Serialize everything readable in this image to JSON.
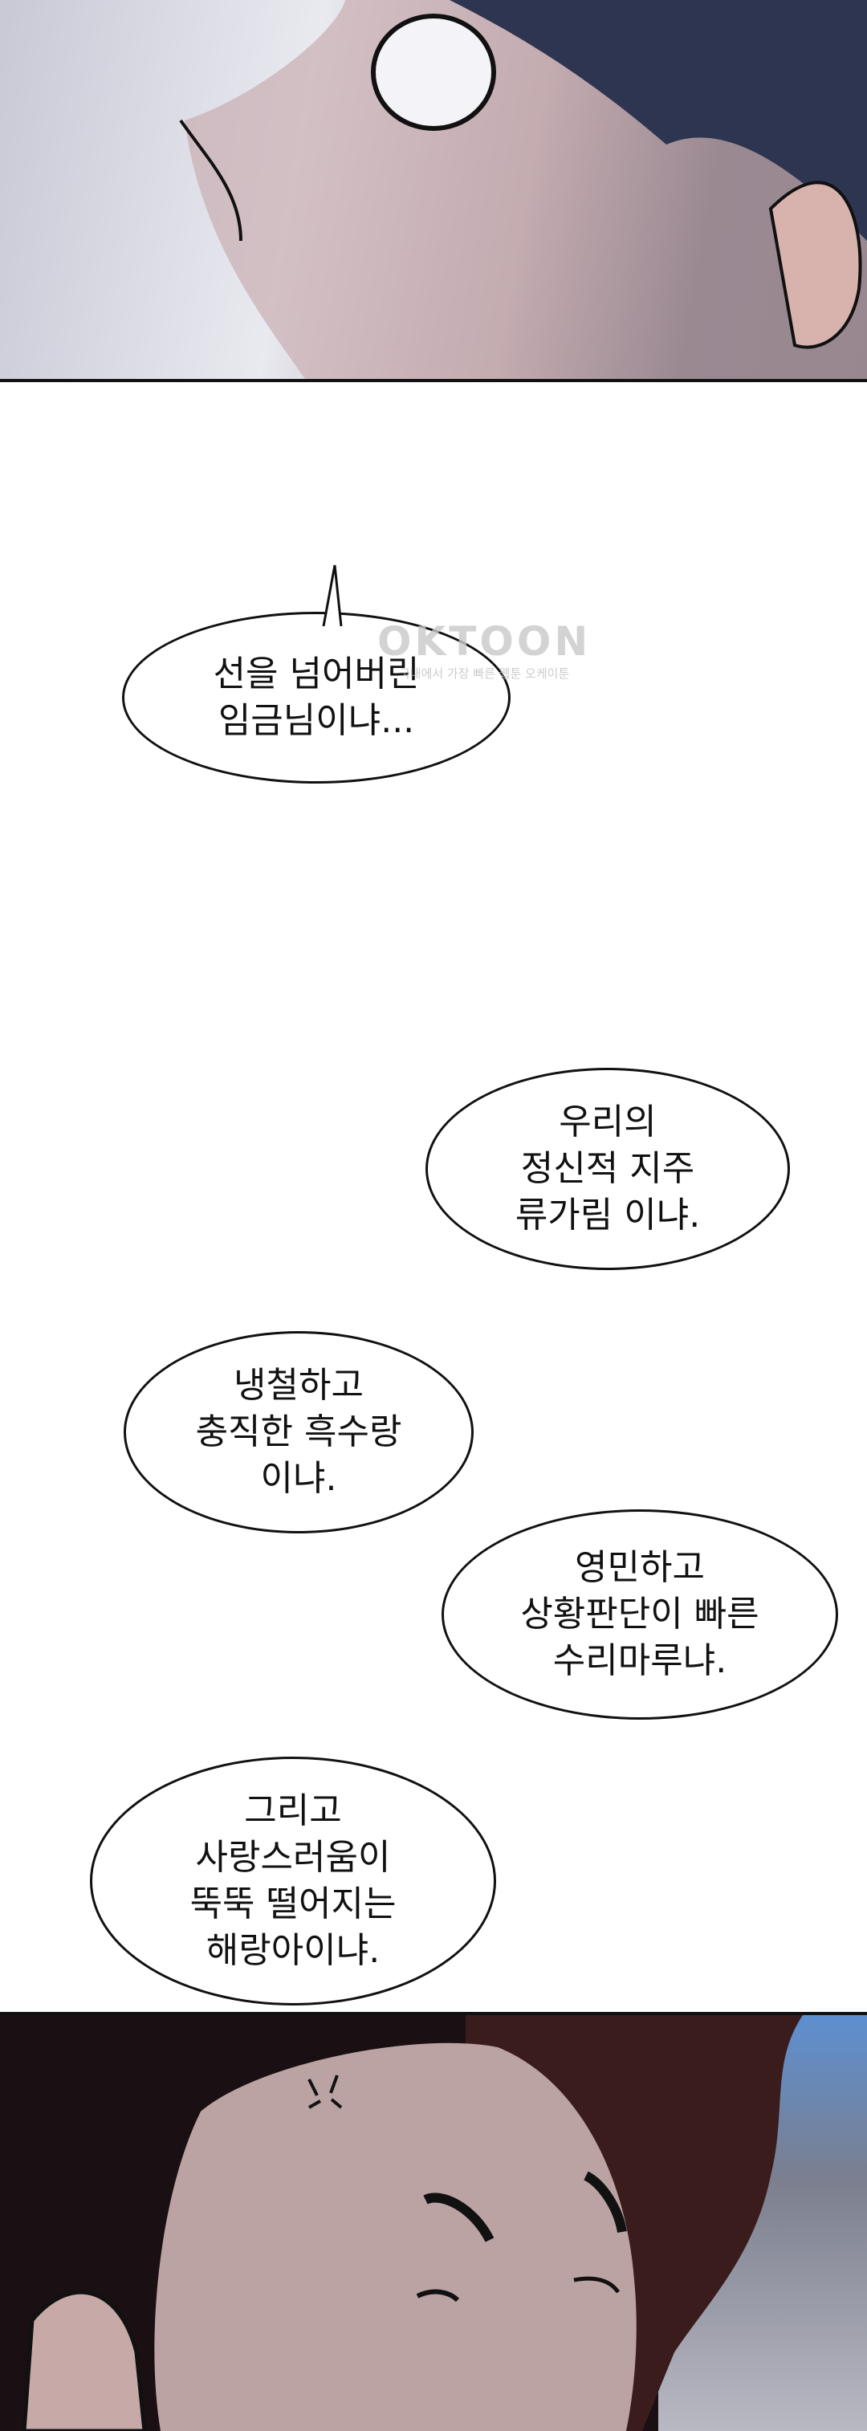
{
  "watermark": {
    "logo": "OKTOON",
    "tagline": "국내에서 가장 빠른 웹툰 오케이툰"
  },
  "bubbles": [
    {
      "lines": [
        "선을 넘어버린",
        "임금님이냐..."
      ]
    },
    {
      "lines": [
        "우리의",
        "정신적 지주",
        "류가림 이냐."
      ]
    },
    {
      "lines": [
        "냉철하고",
        "충직한 흑수랑",
        "이냐."
      ]
    },
    {
      "lines": [
        "영민하고",
        "상황판단이 빠른",
        "수리마루냐."
      ]
    },
    {
      "lines": [
        "그리고",
        "사랑스러움이",
        "뚝뚝 떨어지는",
        "해랑아이냐."
      ]
    }
  ]
}
